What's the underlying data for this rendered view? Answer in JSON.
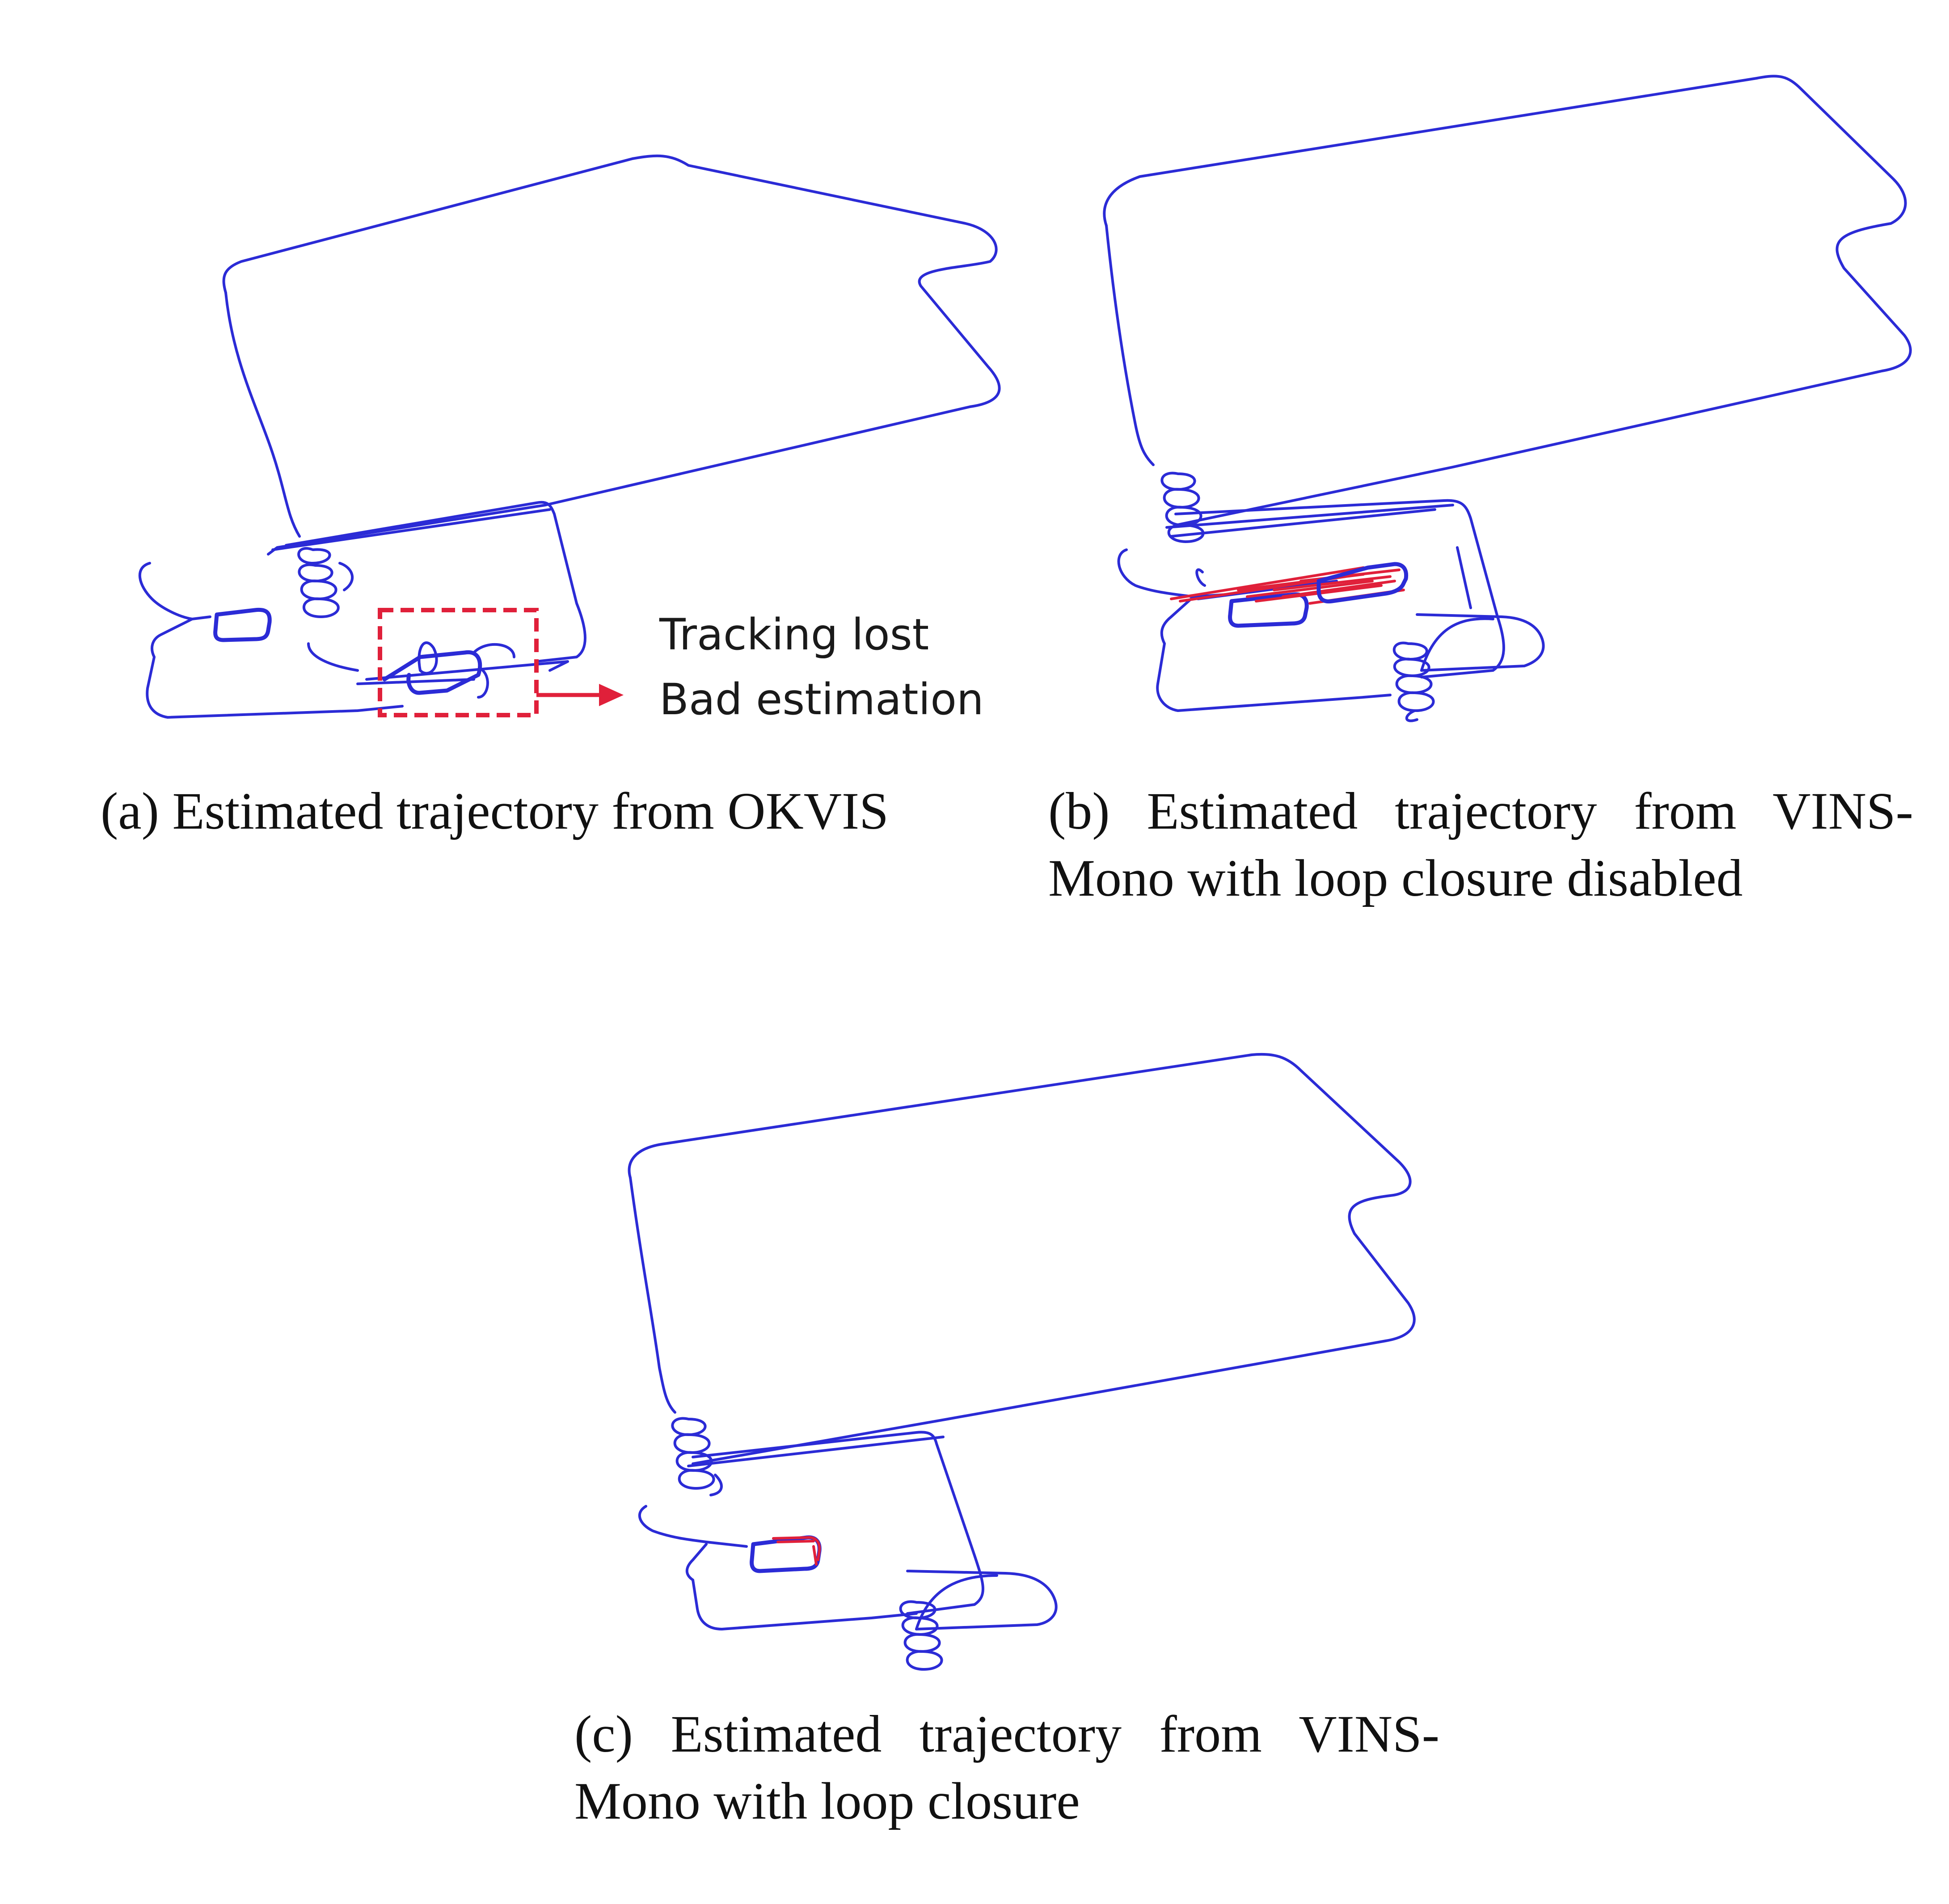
{
  "colors": {
    "trajectory": "#2b2bd6",
    "loop_closure": "#e0203a",
    "annotation_box": "#e0203a",
    "background": "#ffffff",
    "caption_text": "#111111"
  },
  "panels": [
    {
      "id": "a",
      "caption": "(a) Estimated trajectory from OKVIS",
      "annotation": {
        "lines": [
          "Tracking lost",
          "Bad estimation"
        ]
      }
    },
    {
      "id": "b",
      "caption": "(b) Estimated trajectory from VINS-Mono with loop closure disabled"
    },
    {
      "id": "c",
      "caption": "(c) Estimated trajectory from VINS-Mono with loop closure"
    }
  ]
}
